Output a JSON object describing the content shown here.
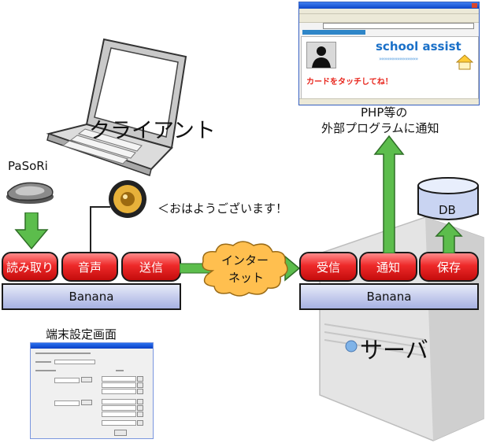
{
  "client": {
    "title": "クライアント",
    "pasori_label": "PaSoRi",
    "speech": "＜おはようございます！",
    "buttons": [
      "読み取り",
      "音声",
      "送信"
    ],
    "bar_label": "Banana",
    "settings_title": "端末設定画面"
  },
  "cloud_label": [
    "インター",
    "ネット"
  ],
  "server": {
    "title": "サーバ",
    "buttons": [
      "受信",
      "通知",
      "保存"
    ],
    "bar_label": "Banana",
    "db_label": "DB",
    "notify_label": [
      "PHP等の",
      "外部プログラムに通知"
    ]
  },
  "browser": {
    "brand": "school assist",
    "touch_text": "カードをタッチしてね！"
  },
  "colors": {
    "button_red": "#e02020",
    "bar_blue": "#b7c0ea",
    "arrow_green": "#55b84a",
    "cloud_orange": "#ffbb44"
  }
}
